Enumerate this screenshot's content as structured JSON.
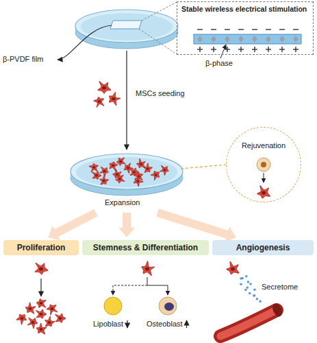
{
  "diagram": {
    "nodes": [
      {
        "text": [
          "Stable wireless electrical stimulation"
        ]
      },
      {
        "text": [
          "Rejuvenation"
        ]
      },
      {
        "text": [
          "Proliferation"
        ]
      },
      {
        "text": [
          "Stemness & Differentiation"
        ]
      },
      {
        "text": [
          "Angiogenesis"
        ]
      }
    ],
    "labels": [
      "β-PVDF film",
      "β-phase",
      "MSCs seeding",
      "Expansion",
      "Lipoblast",
      "Osteoblast",
      "Secretome"
    ]
  }
}
